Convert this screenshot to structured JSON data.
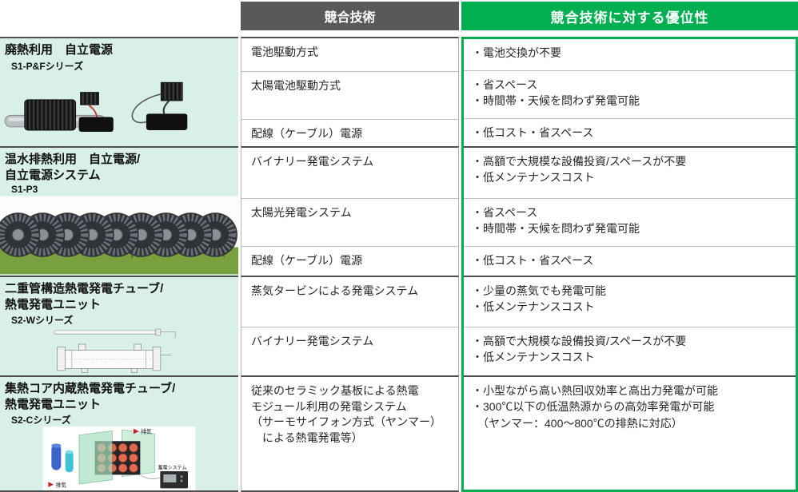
{
  "header": {
    "tech_col": "競合技術",
    "adv_col": "競合技術に対する優位性"
  },
  "colors": {
    "left_bg": "#D9F0EA",
    "header_gray": "#595959",
    "accent_green": "#00B050"
  },
  "products": [
    {
      "title": "廃熱利用　自立電源",
      "series": "S1-P&Fシリーズ",
      "rows": [
        {
          "tech": "電池駆動方式",
          "adv": "・電池交換が不要"
        },
        {
          "tech": "太陽電池駆動方式",
          "adv": "・省スペース\n・時間帯・天候を問わず発電可能"
        },
        {
          "tech": "配線（ケーブル）電源",
          "adv": "・低コスト・省スペース"
        }
      ]
    },
    {
      "title": "温水排熱利用　自立電源/\n自立電源システム",
      "series": "S1-P3",
      "rows": [
        {
          "tech": "バイナリー発電システム",
          "adv": "・高額で大規模な設備投資/スペースが不要\n・低メンテナンスコスト"
        },
        {
          "tech": "太陽光発電システム",
          "adv": "・省スペース\n・時間帯・天候を問わず発電可能"
        },
        {
          "tech": "配線（ケーブル）電源",
          "adv": "・低コスト・省スペース"
        }
      ]
    },
    {
      "title": "二重管構造熱電発電チューブ/\n熱電発電ユニット",
      "series": "S2-Wシリーズ",
      "rows": [
        {
          "tech": "蒸気タービンによる発電システム",
          "adv": "・少量の蒸気でも発電可能\n・低メンテナンスコスト"
        },
        {
          "tech": "バイナリー発電システム",
          "adv": "・高額で大規模な設備投資/スペースが不要\n・低メンテナンスコスト"
        }
      ]
    },
    {
      "title": "集熱コア内蔵熱電発電チューブ/\n熱電発電ユニット",
      "series": "S2-Cシリーズ",
      "rows": [
        {
          "tech": "従来のセラミック基板による熱電\nモジュール利用の発電システム\n（サーモサイフォン方式（ヤンマー）\n　による熱電発電等）",
          "adv": "・小型ながら高い熱回収効率と高出力発電が可能\n・300℃以下の低温熱源からの高効率発電が可能\n　（ヤンマー：400～800℃の排熱に対応）"
        }
      ]
    }
  ],
  "diagram_labels": {
    "exhaust_top": "排気",
    "exhaust_bottom": "排気",
    "storage_system": "蓄電システム"
  }
}
